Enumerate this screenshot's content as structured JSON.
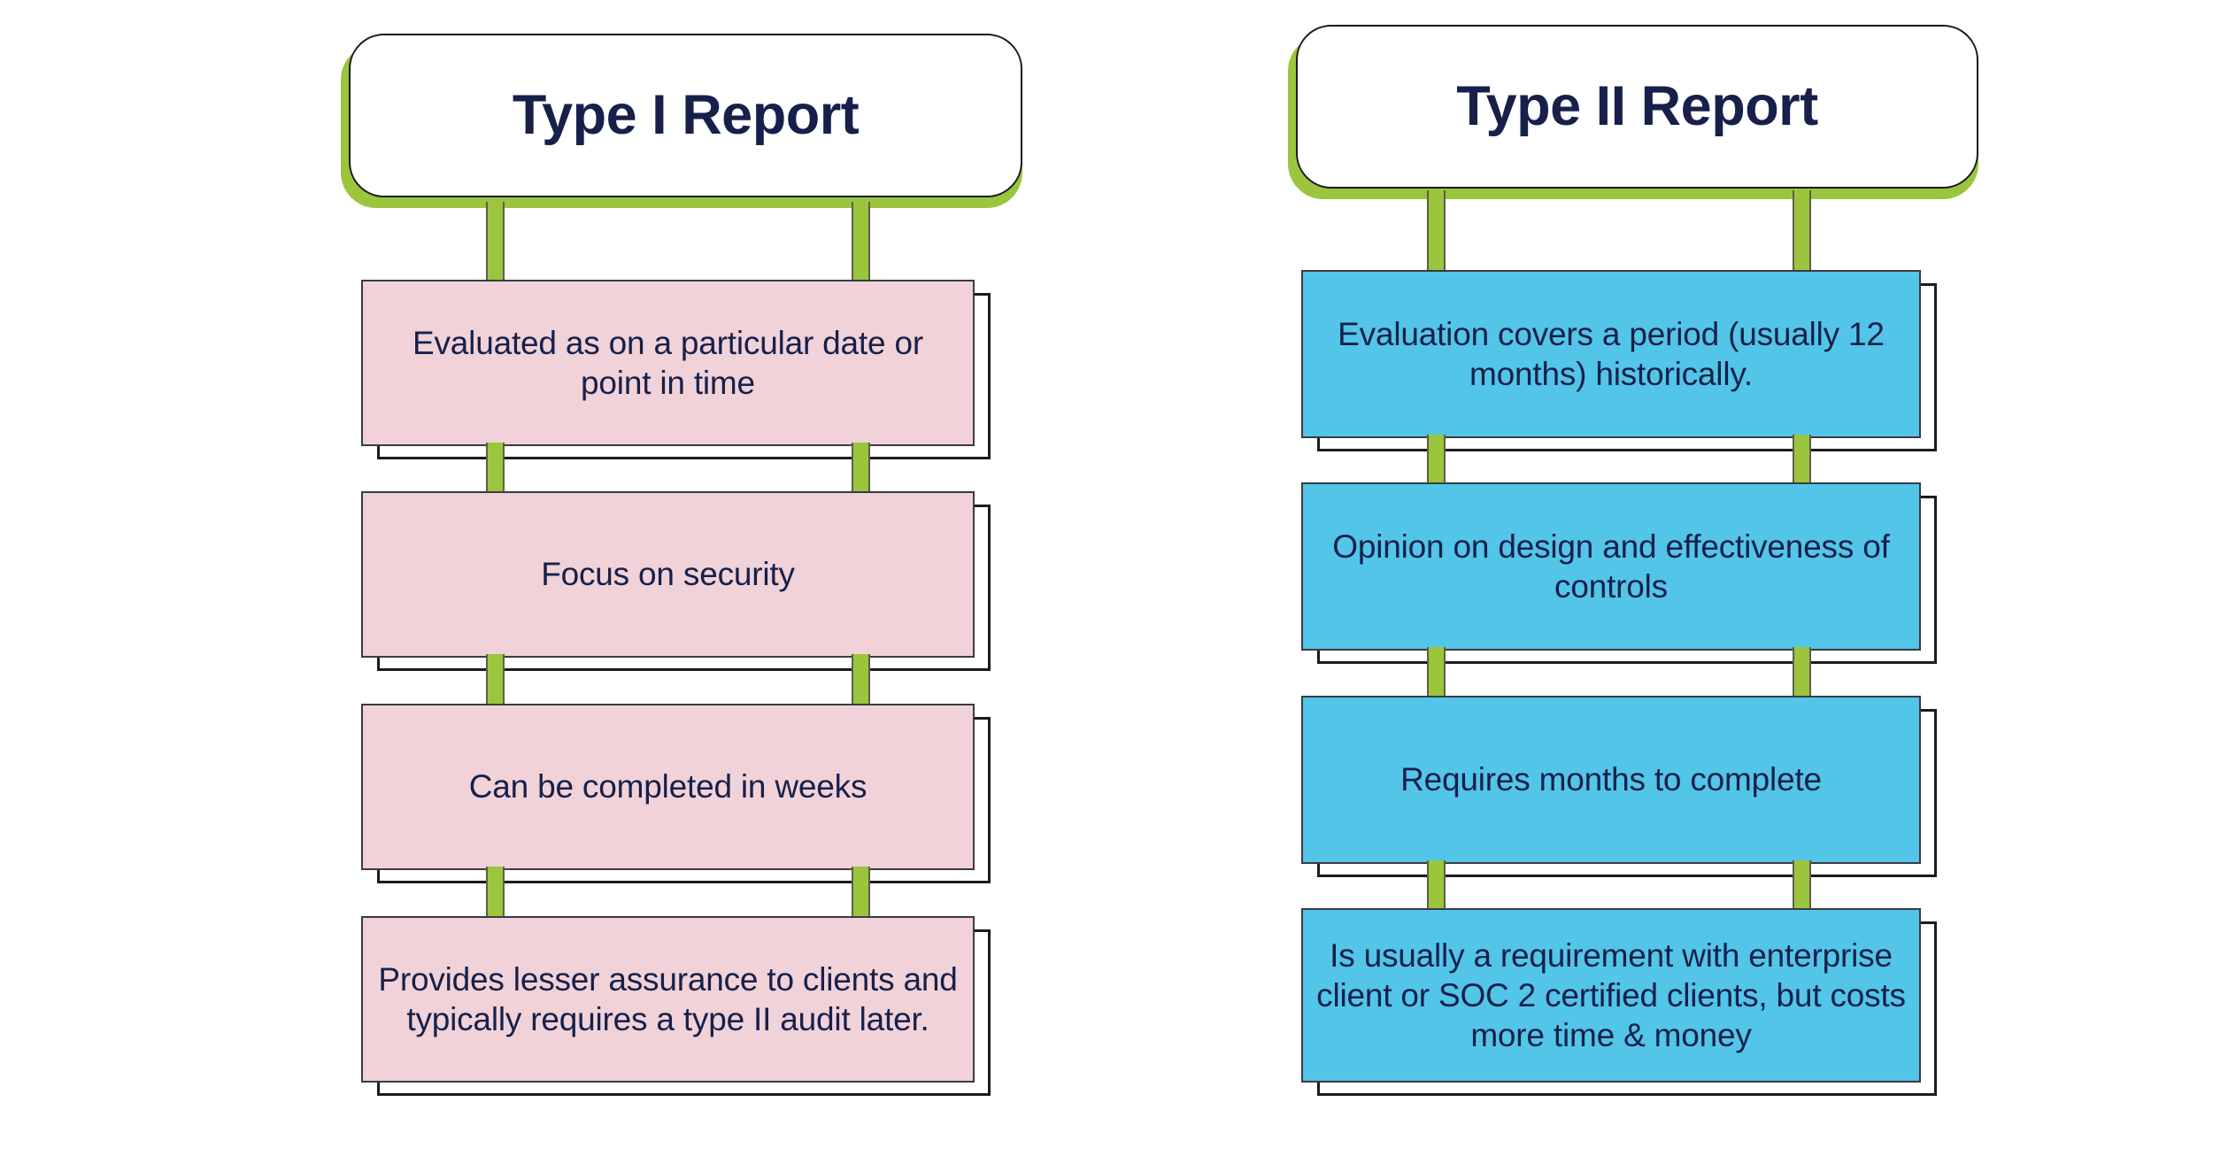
{
  "diagram": {
    "type": "comparison-flow",
    "background": "#ffffff",
    "palette": {
      "green": "#9BC53D",
      "pink": "#F0D2D8",
      "blue": "#52C5E8",
      "text_navy": "#17204a",
      "outline": "#1a1a22",
      "card_white": "#ffffff"
    }
  },
  "columns": [
    {
      "id": "type-1",
      "header": "Type I Report",
      "accent": "#F0D2D8",
      "items": [
        {
          "text": "Evaluated as on a particular date or point in time"
        },
        {
          "text": "Focus on security"
        },
        {
          "text": "Can be completed in weeks"
        },
        {
          "text": "Provides lesser assurance to clients and typically requires a type II audit later."
        }
      ]
    },
    {
      "id": "type-2",
      "header": "Type II Report",
      "accent": "#52C5E8",
      "items": [
        {
          "text": "Evaluation covers a period (usually 12 months) historically."
        },
        {
          "text": "Opinion on design and effectiveness of controls"
        },
        {
          "text": "Requires months to complete"
        },
        {
          "text": "Is usually a requirement with enterprise client or SOC 2 certified clients, but costs more time & money"
        }
      ]
    }
  ]
}
